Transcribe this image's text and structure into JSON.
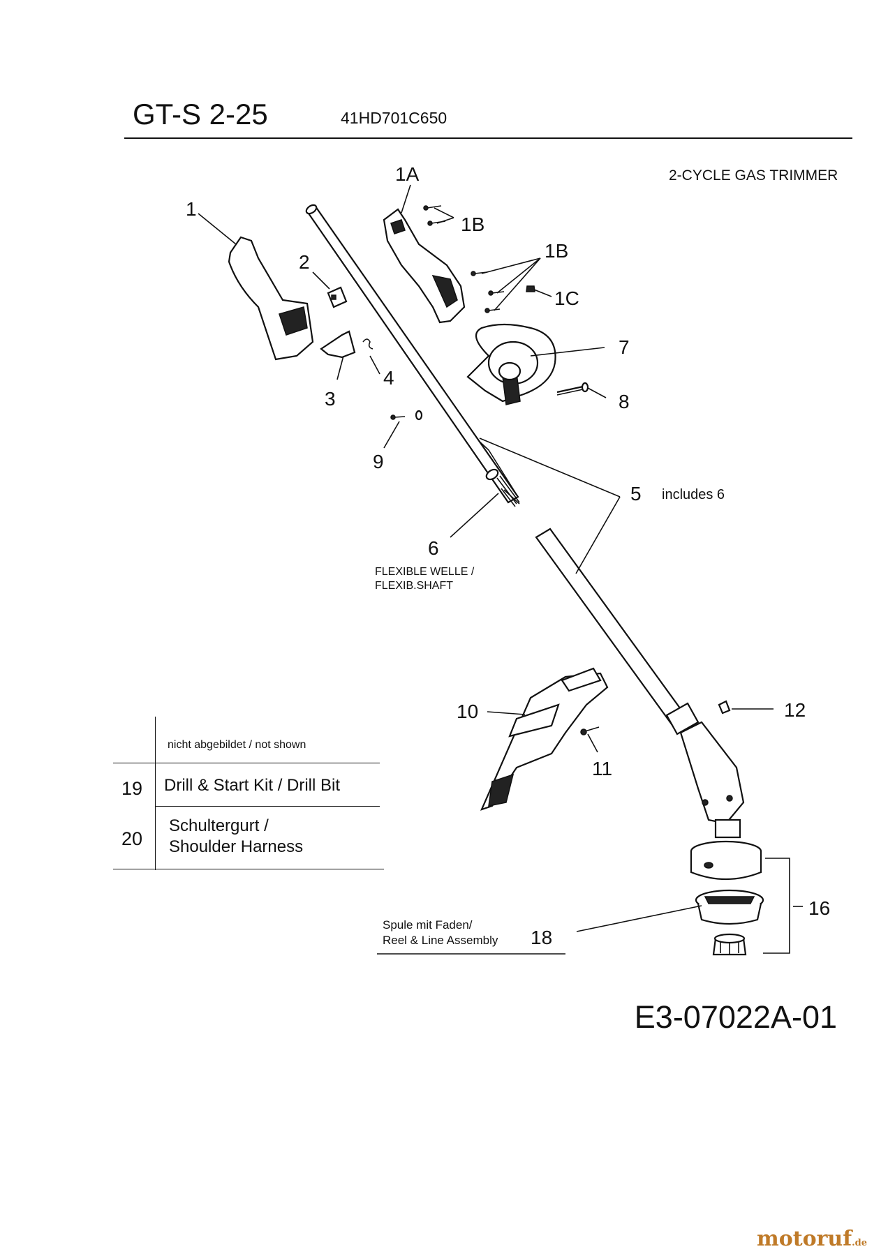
{
  "header": {
    "model": "GT-S 2-25",
    "part_number": "41HD701C650",
    "subtitle": "2-CYCLE GAS TRIMMER"
  },
  "callouts": {
    "c1": "1",
    "c1A": "1A",
    "c1B_top": "1B",
    "c1B_mid": "1B",
    "c1C": "1C",
    "c2": "2",
    "c3": "3",
    "c4": "4",
    "c5": "5",
    "c5_note": "includes 6",
    "c6": "6",
    "c6_note": "FLEXIBLE WELLE /\nFLEXIB.SHAFT",
    "c7": "7",
    "c8": "8",
    "c9": "9",
    "c10": "10",
    "c11": "11",
    "c12": "12",
    "c16": "16",
    "c18": "18",
    "c18_note_1": "Spule mit Faden/",
    "c18_note_2": "Reel & Line Assembly"
  },
  "legend": {
    "header": "nicht abgebildet / not shown",
    "rows": [
      {
        "number": "19",
        "text": "Drill & Start Kit / Drill Bit"
      },
      {
        "number": "20",
        "text": "Schultergurt /\nShoulder Harness"
      }
    ]
  },
  "footer": {
    "doc_code": "E3-07022A-01"
  },
  "watermark": {
    "brand": "motoruf",
    "tld": ".de"
  }
}
